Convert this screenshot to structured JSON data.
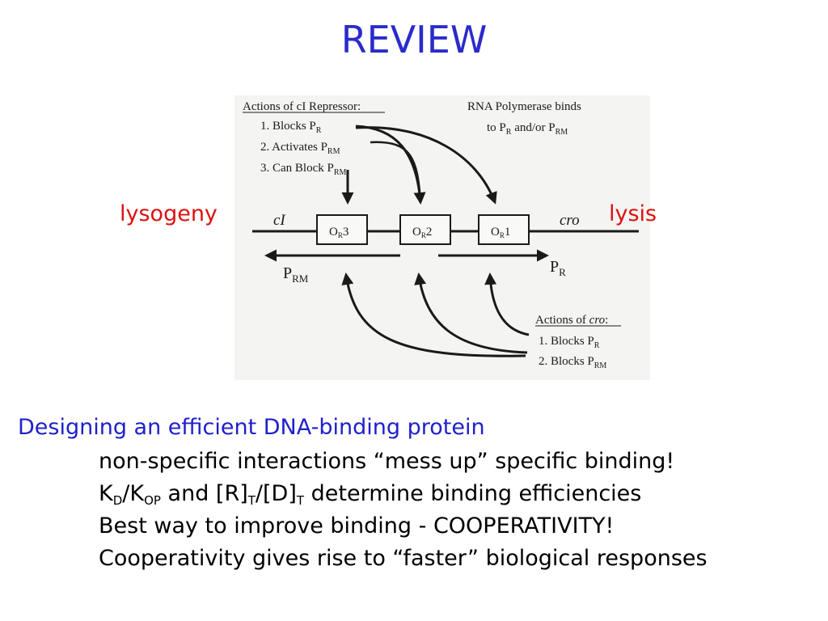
{
  "title": "REVIEW",
  "figure": {
    "ci_repressor": {
      "heading": "Actions of cI Repressor:",
      "items": [
        "1. Blocks P",
        "2. Activates P",
        "3. Can Block P"
      ],
      "item_subs": [
        "R",
        "RM",
        "RM"
      ]
    },
    "rnap": {
      "line1": "RNA Polymerase binds",
      "line2_a": "to P",
      "line2_sub1": "R",
      "line2_b": " and/or P",
      "line2_sub2": "RM"
    },
    "gene_left": "cI",
    "gene_right": "cro",
    "operators": [
      {
        "main": "O",
        "sub": "R",
        "num": "3"
      },
      {
        "main": "O",
        "sub": "R",
        "num": "2"
      },
      {
        "main": "O",
        "sub": "R",
        "num": "1"
      }
    ],
    "promoter_left": {
      "main": "P",
      "sub": "RM"
    },
    "promoter_right": {
      "main": "P",
      "sub": "R"
    },
    "cro_actions": {
      "heading_a": "Actions of ",
      "heading_b": "cro",
      "heading_c": ":",
      "items": [
        "1. Blocks P",
        "2. Blocks P"
      ],
      "item_subs": [
        "R",
        "RM"
      ]
    }
  },
  "labels": {
    "left": "lysogeny",
    "right": "lysis"
  },
  "heading": "Designing an efficient DNA-binding protein",
  "bullets": {
    "b1": "non-specific interactions “mess up” specific binding!",
    "b2": {
      "k": "K",
      "d": "D",
      "slash1": "/K",
      "op": "OP",
      "and": " and [R]",
      "t1": "T",
      "slash2": "/[D]",
      "t2": "T",
      "rest": " determine binding efficiencies"
    },
    "b3": "Best way to improve binding - COOPERATIVITY!",
    "b4": "Cooperativity gives rise to “faster” biological responses"
  },
  "colors": {
    "title": "#2b2bcc",
    "side_labels": "#dd1111",
    "heading": "#2020cc",
    "body": "#000000"
  }
}
